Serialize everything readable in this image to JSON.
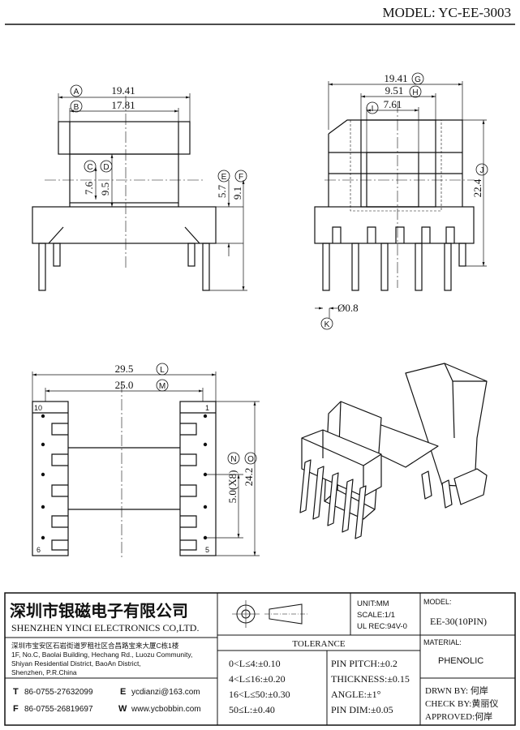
{
  "header": {
    "model_line": "MODEL:  YC-EE-3003"
  },
  "views": {
    "front": {
      "dim_a": "19.41",
      "label_a": "A",
      "dim_b": "17.81",
      "label_b": "B",
      "dim_c": "7.6",
      "label_c": "C",
      "dim_d": "9.5",
      "label_d": "D",
      "dim_e": "5.7",
      "label_e": "E",
      "dim_f": "9.1",
      "label_f": "F"
    },
    "side": {
      "dim_g": "19.41",
      "label_g": "G",
      "dim_h": "9.51",
      "label_h": "H",
      "dim_i": "7.61",
      "label_i": "I",
      "dim_j": "22.4",
      "label_j": "J",
      "dim_k": "Ø0.8",
      "label_k": "K"
    },
    "bottom": {
      "dim_l": "29.5",
      "label_l": "L",
      "dim_m": "25.0",
      "label_m": "M",
      "dim_n": "5.0(X8)",
      "label_n": "N",
      "dim_o": "24.2",
      "label_o": "O",
      "pin_10": "10",
      "pin_1": "1",
      "pin_6": "6",
      "pin_5": "5"
    }
  },
  "title_block": {
    "company_cn": "深圳市银磁电子有限公司",
    "company_en": "SHENZHEN YINCI ELECTRONICS CO,LTD.",
    "address_cn": "深圳市宝安区石岩街道罗租社区合昌路宝来大厦C栋1楼",
    "address_en_1": "1F, No.C, Baolai Building, Hechang Rd., Luozu Community,",
    "address_en_2": "Shiyan Residential District, BaoAn District,",
    "address_en_3": "Shenzhen, P.R.China",
    "tel_label": "T",
    "tel": "86-0755-27632099",
    "fax_label": "F",
    "fax": "86-0755-26819697",
    "email_label": "E",
    "email": "ycdianzi@163.com",
    "web_label": "W",
    "web": "www.ycbobbin.com",
    "unit": "UNIT:MM",
    "scale": "SCALE:1/1",
    "ul": "UL REC:94V-0",
    "model_label": "MODEL:",
    "model_value": "EE-30(10PIN)",
    "material_label": "MATERIAL:",
    "material_value": "PHENOLIC",
    "tolerance_title": "TOLERANCE",
    "tol_1": "0<L≤4:±0.10",
    "tol_2": "4<L≤16:±0.20",
    "tol_3": "16<L≤50:±0.30",
    "tol_4": "50≤L:±0.40",
    "pin_pitch": "PIN PITCH:±0.2",
    "thickness": "THICKNESS:±0.15",
    "angle": "ANGLE:±1°",
    "pin_dim": "PIN DIM:±0.05",
    "drawn": "DRWN BY: 何岸",
    "check": "CHECK BY:黄丽仪",
    "approved": "APPROVED:何岸"
  }
}
